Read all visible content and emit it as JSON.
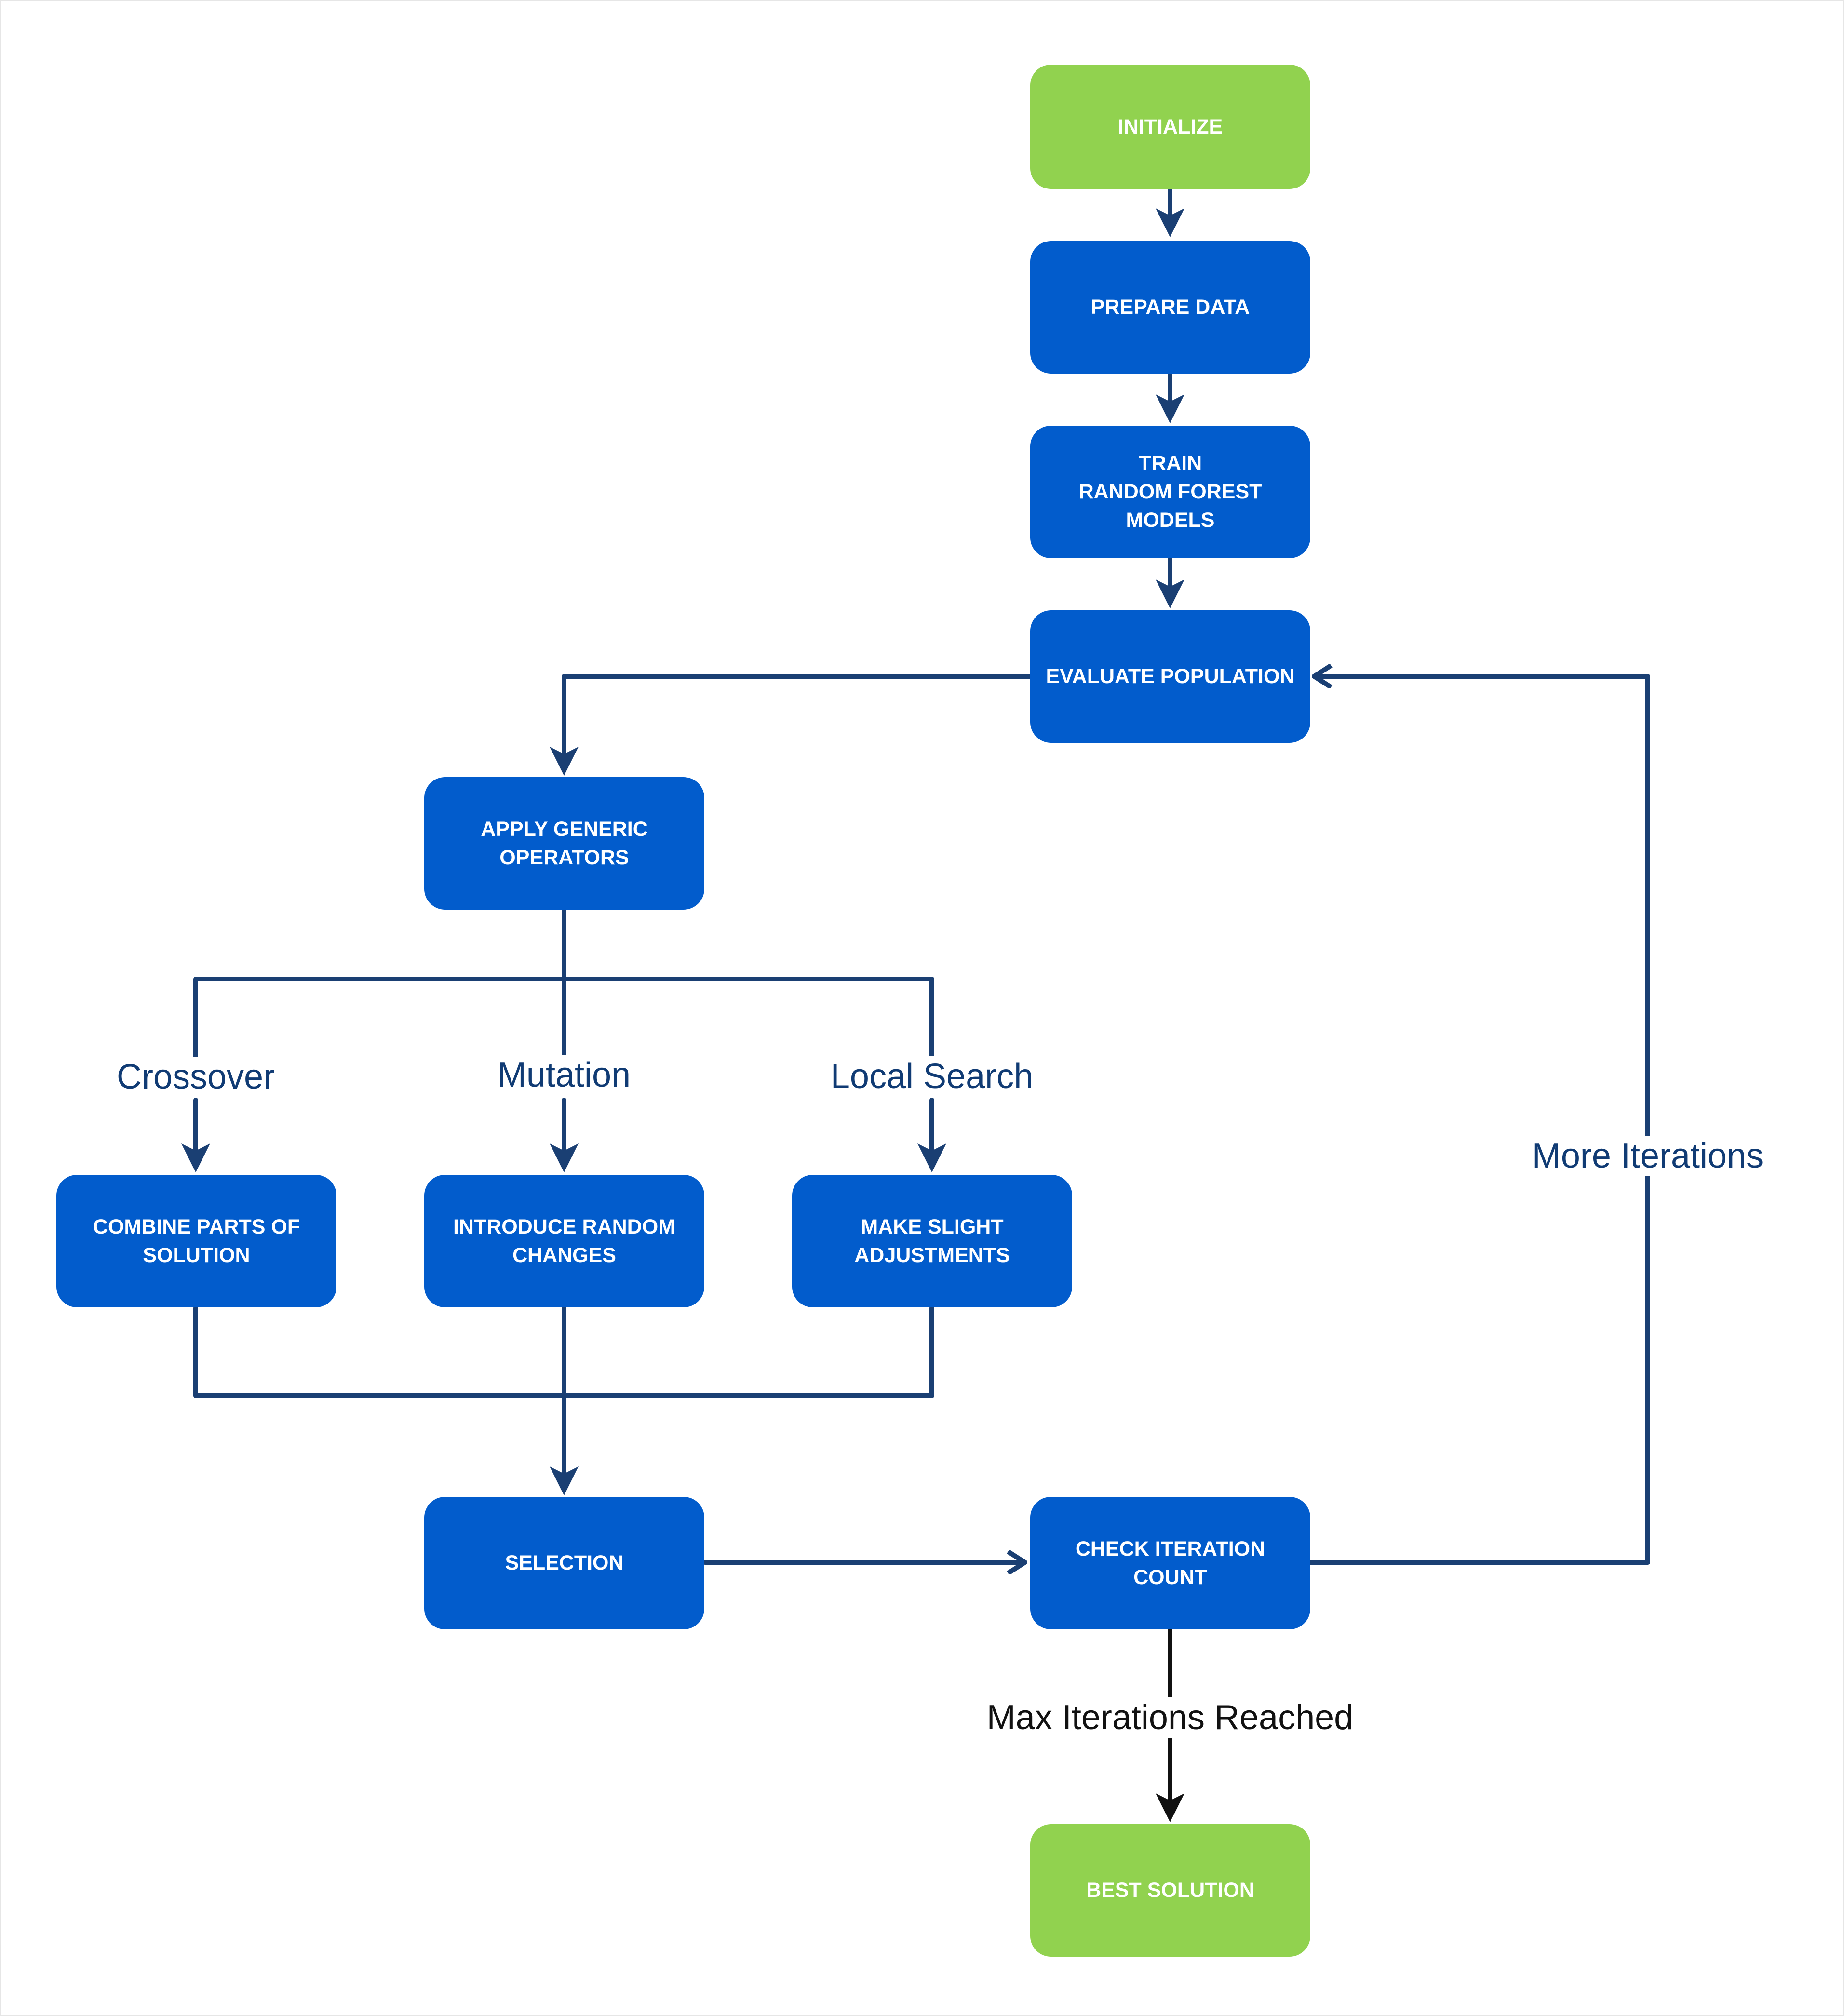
{
  "nodes": {
    "initialize": "INITIALIZE",
    "prepare_data": "PREPARE DATA",
    "train": "TRAIN\nRANDOM FOREST\nMODELS",
    "evaluate": "EVALUATE POPULATION",
    "apply_operators": "APPLY GENERIC\nOPERATORS",
    "combine": "COMBINE PARTS OF\nSOLUTION",
    "introduce": "INTRODUCE RANDOM\nCHANGES",
    "adjust": "MAKE SLIGHT\nADJUSTMENTS",
    "selection": "SELECTION",
    "check_iteration": "CHECK ITERATION COUNT",
    "best_solution": "BEST SOLUTION"
  },
  "edge_labels": {
    "crossover": "Crossover",
    "mutation": "Mutation",
    "local_search": "Local Search",
    "more_iterations": "More Iterations",
    "max_iterations": "Max Iterations Reached"
  },
  "colors": {
    "process_node": "#025ccc",
    "terminal_node": "#91d24f",
    "connector": "#1a3f73",
    "final_connector": "#111111",
    "label_text": "#103b74"
  }
}
